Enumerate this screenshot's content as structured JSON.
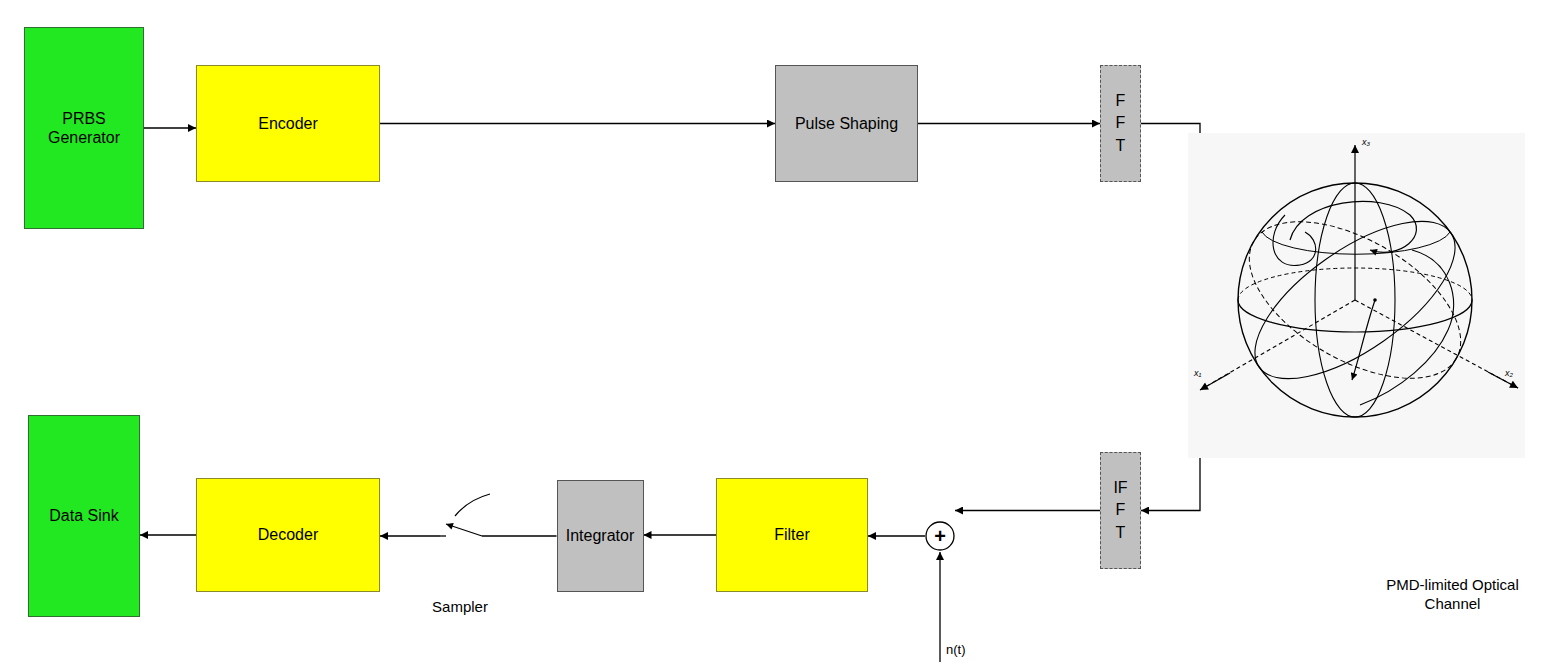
{
  "diagram": {
    "nodes": [
      {
        "text": [
          "PRBS Generator"
        ]
      },
      {
        "text": [
          "Encoder"
        ]
      },
      {
        "text": [
          "Pulse Shaping"
        ]
      },
      {
        "text": [
          "FFT"
        ]
      },
      {
        "text": [
          "IFFT"
        ]
      },
      {
        "text": [
          "+"
        ]
      },
      {
        "text": [
          "Filter"
        ]
      },
      {
        "text": [
          "Integrator"
        ]
      },
      {
        "text": [
          "Decoder"
        ]
      },
      {
        "text": [
          "Data Sink"
        ]
      }
    ],
    "edges": [
      {
        "from": 0,
        "to": 1,
        "arrow": "to"
      },
      {
        "from": 1,
        "to": 2,
        "arrow": "to"
      },
      {
        "from": 2,
        "to": 3,
        "arrow": "to"
      },
      {
        "from": 3,
        "to": 4,
        "arrow": "to"
      },
      {
        "from": 4,
        "to": 5,
        "arrow": "to"
      },
      {
        "from": 5,
        "to": 6,
        "arrow": "to"
      },
      {
        "from": 6,
        "to": 7,
        "arrow": "to"
      },
      {
        "from": 7,
        "to": 8,
        "arrow": "to"
      },
      {
        "from": 8,
        "to": 9,
        "arrow": "to"
      }
    ],
    "labels": [
      "Sampler",
      "PMD-limited Optical Channel",
      "n(t)",
      "x₃",
      "x₁",
      "x₂"
    ]
  }
}
